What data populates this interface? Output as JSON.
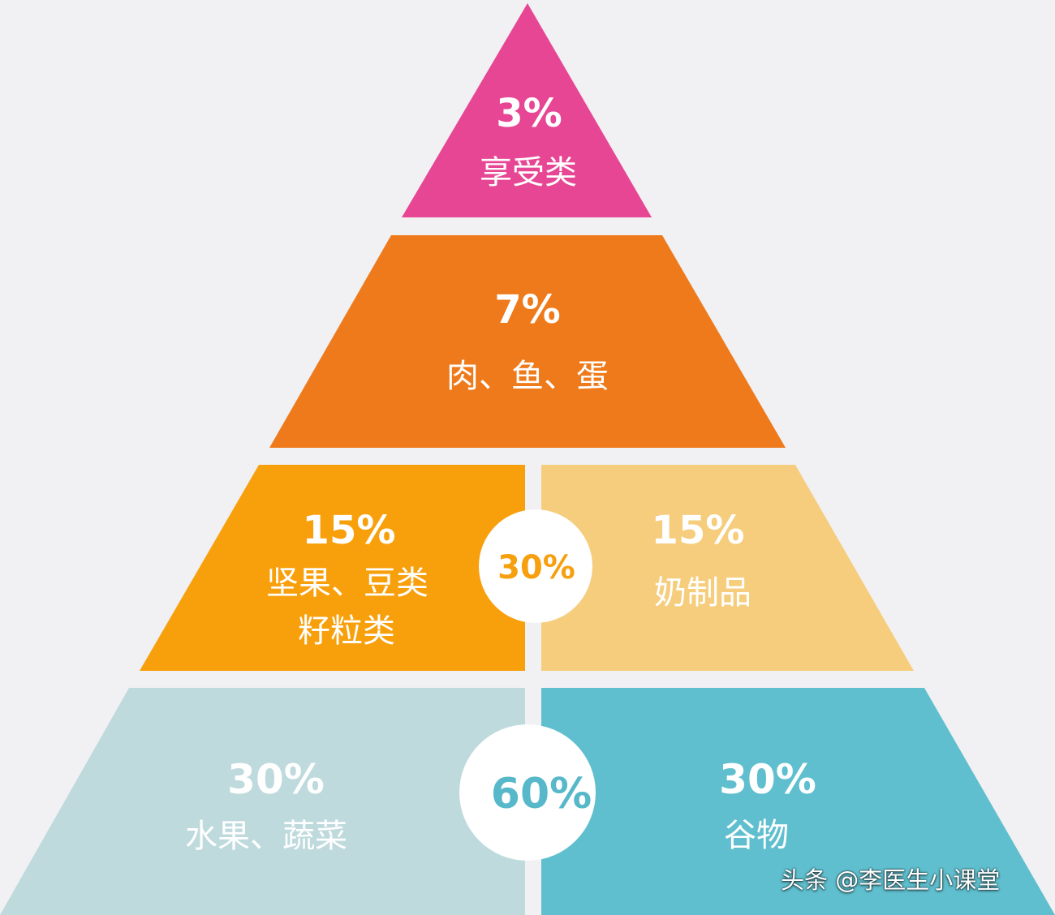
{
  "tiers": {
    "top": {
      "percent": "3%",
      "label": "享受类",
      "color": "#e64693"
    },
    "upper": {
      "percent": "7%",
      "label": "肉、鱼、蛋",
      "color": "#ee7a1b"
    },
    "middle": {
      "total": "30%",
      "left": {
        "percent": "15%",
        "label_line1": "坚果、豆类",
        "label_line2": "籽粒类",
        "color": "#f8a00c"
      },
      "right": {
        "percent": "15%",
        "label": "奶制品",
        "color": "#f6cd7d"
      }
    },
    "bottom": {
      "total": "60%",
      "left": {
        "percent": "30%",
        "label": "水果、蔬菜",
        "color": "#bfdadd"
      },
      "right": {
        "percent": "30%",
        "label": "谷物",
        "color": "#5fbfce"
      }
    }
  },
  "colors": {
    "background": "#f1f0f2",
    "circle_fill": "#ffffff",
    "middle_total_text": "#f6a00f",
    "bottom_total_text": "#57b8c9",
    "text_on_tiers": "#ffffff"
  },
  "watermark": "头条 @李医生小课堂"
}
